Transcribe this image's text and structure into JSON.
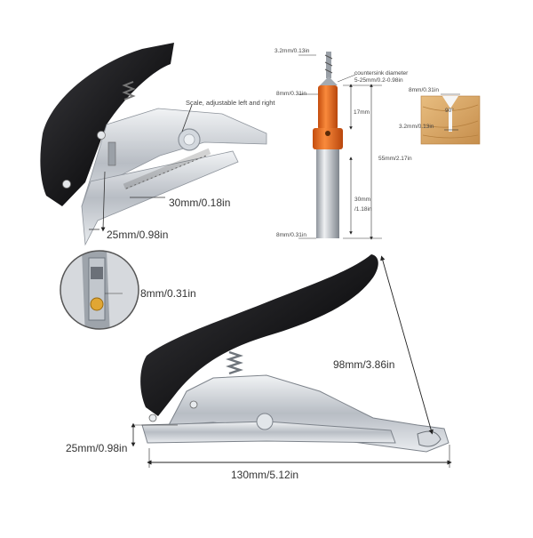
{
  "top_left": {
    "scale_note": "Scale, adjustable left and right",
    "width_label": "30mm/0.18in",
    "depth_label": "25mm/0.98in"
  },
  "drill_bit": {
    "top_dim": "3.2mm/0.13in",
    "countersink": "countersink diameter",
    "countersink_range": "5-25mm/0.2-0.98in",
    "collar_dim": "8mm/0.31in",
    "collar_height": "17mm",
    "total_length": "55mm/2.17in",
    "shank_length": "30mm",
    "shank_length_in": "/1.18in",
    "shank_dim": "8mm/0.31in",
    "inset_top": "8mm/0.31in",
    "inset_angle": "90°",
    "inset_bottom": "3.2mm/0.13in"
  },
  "inset_circle": {
    "hole_label": "8mm/0.31in"
  },
  "main_tool": {
    "height_label": "98mm/3.86in",
    "depth_label": "25mm/0.98in",
    "length_label": "130mm/5.12in"
  },
  "colors": {
    "handle": "#1c1c1e",
    "metal": "#c8ccd2",
    "collar": "#e8631c",
    "shank": "#b9bec5",
    "wood": "#d9a866"
  }
}
